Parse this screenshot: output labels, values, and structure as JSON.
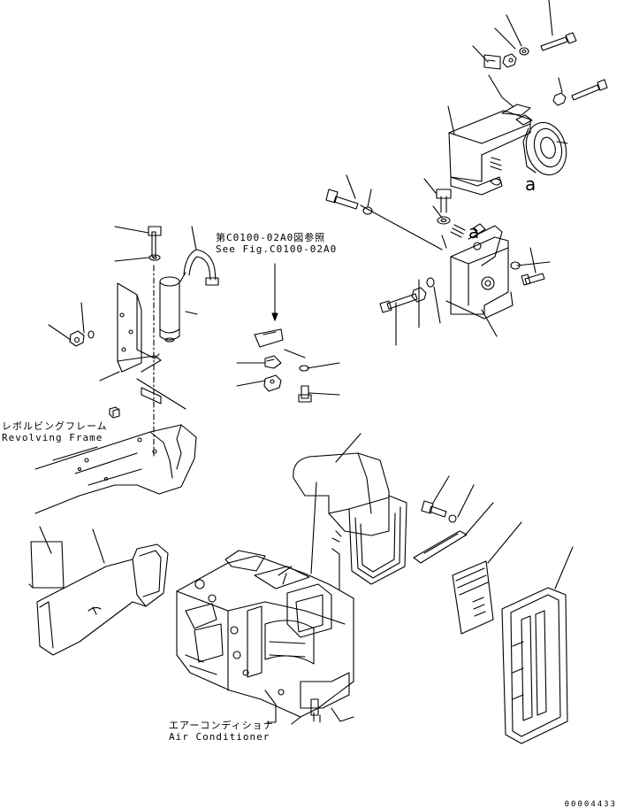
{
  "reference": {
    "line1": "第C0100-02A0図参照",
    "line2": "See Fig.C0100-02A0"
  },
  "revolving_frame": {
    "jp": "レボルビングフレーム",
    "en": "Revolving Frame"
  },
  "air_conditioner": {
    "jp": "エアーコンディショナ",
    "en": "Air Conditioner"
  },
  "callout_letters": [
    "a",
    "a"
  ],
  "document_number": "00004433"
}
